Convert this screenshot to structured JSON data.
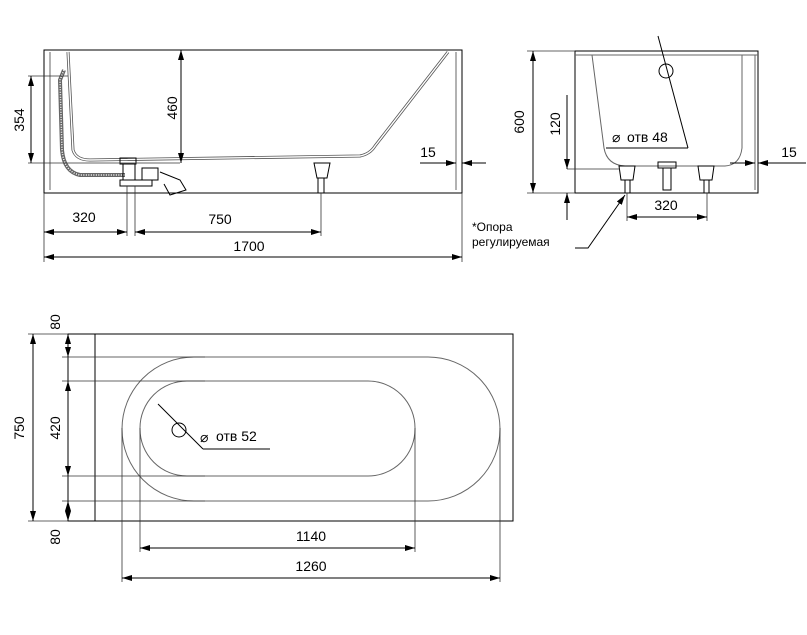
{
  "side_view": {
    "dim_depth": "460",
    "dim_overflow": "354",
    "dim_panel_offset": "15",
    "dim_drain_offset": "320",
    "dim_leg_spacing": "750",
    "dim_length": "1700"
  },
  "end_view": {
    "dim_height": "600",
    "dim_leg_height": "120",
    "dim_panel_offset": "15",
    "dim_leg_spacing": "320",
    "hole_label": "отв 48",
    "note_line1": "*Опора",
    "note_line2": "регулируемая"
  },
  "plan_view": {
    "dim_width": "750",
    "dim_rim_top": "80",
    "dim_inner_width": "420",
    "dim_rim_bottom": "80",
    "dim_inner_length": "1140",
    "dim_outer_length": "1260",
    "hole_label": "отв 52"
  }
}
